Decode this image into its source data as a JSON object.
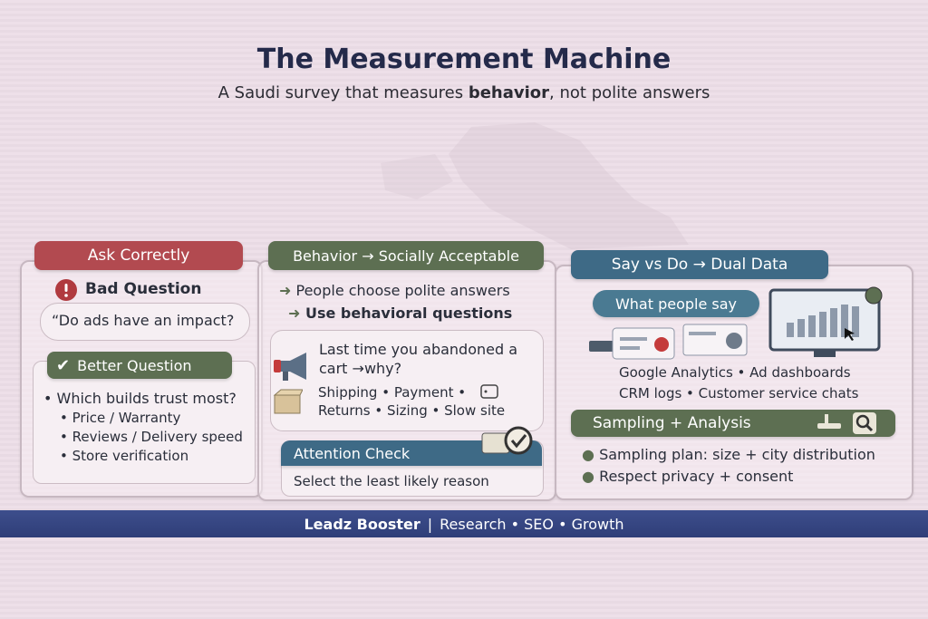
{
  "title": "The Measurement Machine",
  "subtitle": {
    "pre": "A Saudi survey that measures ",
    "bold": "behavior",
    "post": ", not polite answers"
  },
  "panel1": {
    "header": "Ask Correctly",
    "bad_label": "Bad Question",
    "bad_quote": "“Do ads have an impact?",
    "better_label": "Better Question",
    "better_lines": [
      "• Which builds trust most?",
      "• Price / Warranty",
      "• Reviews / Delivery speed",
      "• Store verification"
    ]
  },
  "panel2": {
    "header": "Behavior → Socially Acceptable",
    "line1": "People choose polite answers",
    "line2": "Use behavioral questions",
    "example_line1": "Last time you abandoned a",
    "example_line2": "cart →why?",
    "reasons_line1": "Shipping • Payment •",
    "reasons_line2": "Returns • Sizing • Slow site",
    "attention_header": "Attention Check",
    "attention_text": "Select the least likely reason"
  },
  "panel3": {
    "header": "Say vs Do → Dual Data",
    "what_people_say": "What people say",
    "sources_line1": "Google Analytics • Ad dashboards",
    "sources_line2": "CRM logs • Customer service chats",
    "sampling_header": "Sampling + Analysis",
    "bullet1": "Sampling plan: size + city distribution",
    "bullet2": "Respect privacy + consent"
  },
  "footer": {
    "brand": "Leadz Booster",
    "separator": "|",
    "tagline": "Research • SEO • Growth"
  },
  "colors": {
    "red_header": "#b24a50",
    "green_header": "#5d6f52",
    "blue_header": "#3e6a86",
    "footer": "#34447f"
  }
}
